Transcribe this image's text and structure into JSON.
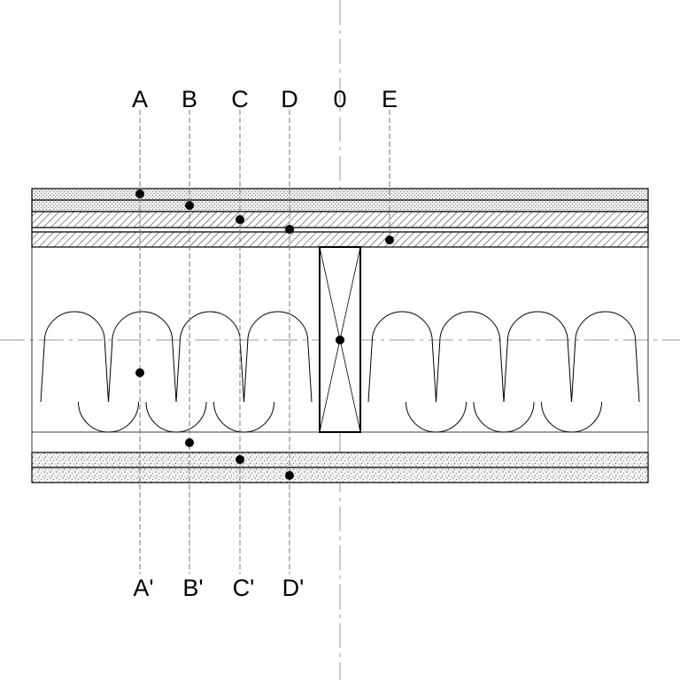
{
  "labels_top": [
    "A",
    "B",
    "C",
    "D",
    "0",
    "E"
  ],
  "labels_bottom": [
    "A'",
    "B'",
    "C'",
    "D'"
  ],
  "colors": {
    "line": "#000000",
    "centerline": "#9a9a9a",
    "background": "#ffffff"
  },
  "layers_top": [
    "speckled-board",
    "speckled-board",
    "hatched-board",
    "air-gap",
    "hatched-board"
  ],
  "layers_bottom": [
    "stipple-board",
    "stipple-board"
  ],
  "core": [
    "batt-insulation",
    "timber-stud",
    "batt-insulation"
  ]
}
